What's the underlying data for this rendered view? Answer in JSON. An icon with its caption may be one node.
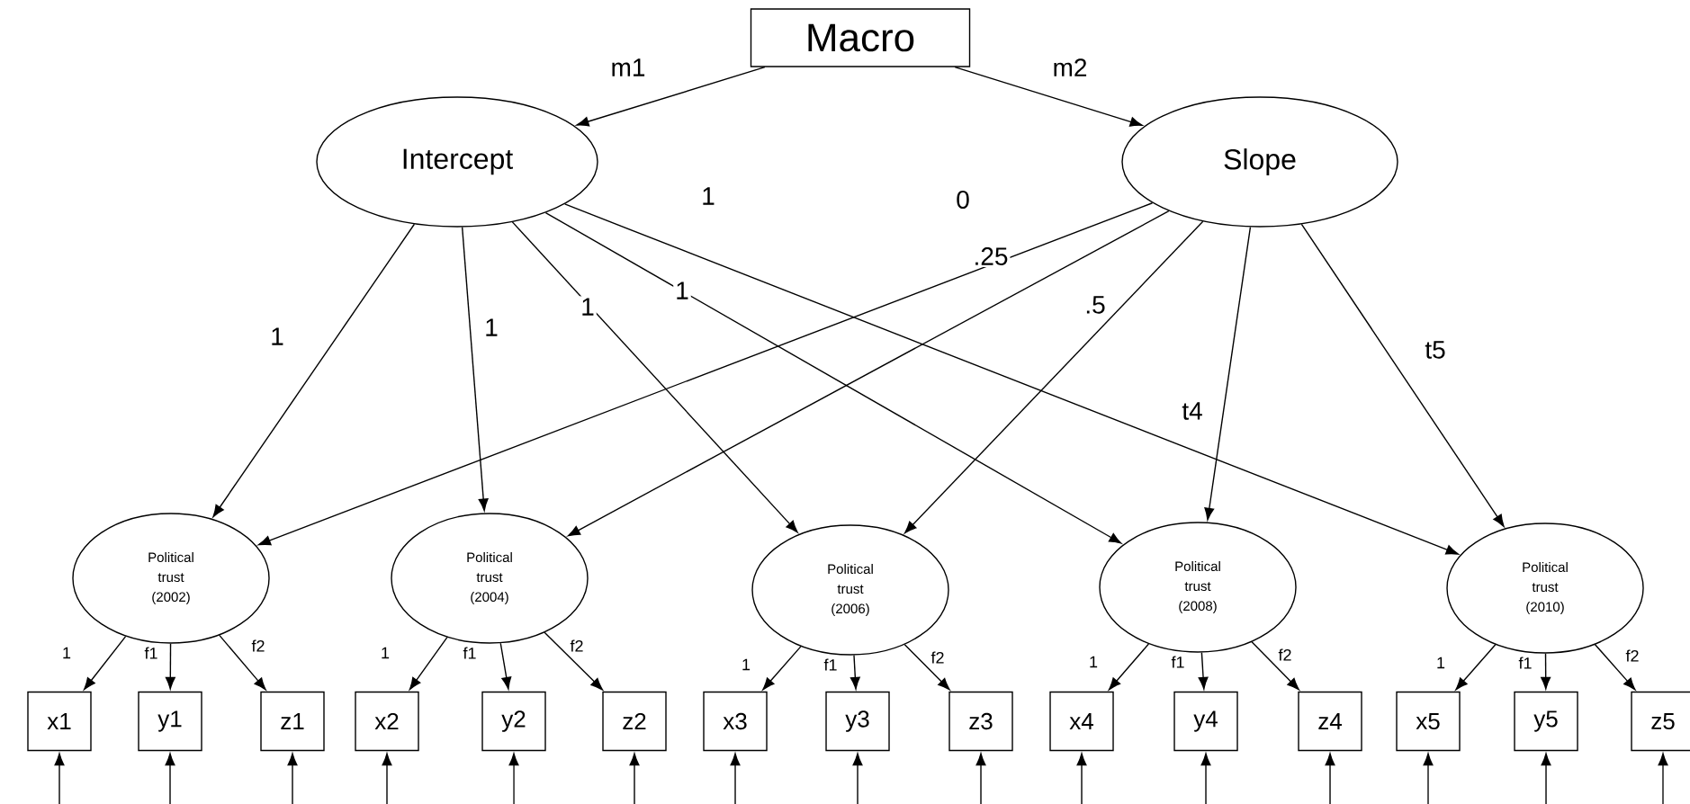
{
  "diagram": {
    "nodes": [
      {
        "text": [
          "Macro"
        ]
      },
      {
        "text": [
          "Intercept"
        ]
      },
      {
        "text": [
          "Slope"
        ]
      },
      {
        "text": [
          "Political trust (2002)"
        ]
      },
      {
        "text": [
          "Political trust (2004)"
        ]
      },
      {
        "text": [
          "Political trust (2006)"
        ]
      },
      {
        "text": [
          "Political trust (2008)"
        ]
      },
      {
        "text": [
          "Political trust (2010)"
        ]
      },
      {
        "text": [
          "x1"
        ]
      },
      {
        "text": [
          "y1"
        ]
      },
      {
        "text": [
          "z1"
        ]
      },
      {
        "text": [
          "x2"
        ]
      },
      {
        "text": [
          "y2"
        ]
      },
      {
        "text": [
          "z2"
        ]
      },
      {
        "text": [
          "x3"
        ]
      },
      {
        "text": [
          "y3"
        ]
      },
      {
        "text": [
          "z3"
        ]
      },
      {
        "text": [
          "x4"
        ]
      },
      {
        "text": [
          "y4"
        ]
      },
      {
        "text": [
          "z4"
        ]
      },
      {
        "text": [
          "x5"
        ]
      },
      {
        "text": [
          "y5"
        ]
      },
      {
        "text": [
          "z5"
        ]
      }
    ],
    "edges": [
      {
        "from": 0,
        "to": 1,
        "arrow": "to",
        "label": "m1"
      },
      {
        "from": 0,
        "to": 2,
        "arrow": "to",
        "label": "m2"
      },
      {
        "from": 1,
        "to": 3,
        "arrow": "to",
        "label": "1"
      },
      {
        "from": 1,
        "to": 4,
        "arrow": "to",
        "label": "1"
      },
      {
        "from": 1,
        "to": 5,
        "arrow": "to",
        "label": "1"
      },
      {
        "from": 1,
        "to": 6,
        "arrow": "to",
        "label": "1"
      },
      {
        "from": 1,
        "to": 7,
        "arrow": "to",
        "label": "1"
      },
      {
        "from": 2,
        "to": 3,
        "arrow": "to",
        "label": "0"
      },
      {
        "from": 2,
        "to": 4,
        "arrow": "to",
        "label": ".25"
      },
      {
        "from": 2,
        "to": 5,
        "arrow": "to",
        "label": ".5"
      },
      {
        "from": 2,
        "to": 6,
        "arrow": "to",
        "label": "t4"
      },
      {
        "from": 2,
        "to": 7,
        "arrow": "to",
        "label": "t5"
      },
      {
        "from": 3,
        "to": 8,
        "arrow": "to",
        "label": "1"
      },
      {
        "from": 3,
        "to": 9,
        "arrow": "to",
        "label": "f1"
      },
      {
        "from": 3,
        "to": 10,
        "arrow": "to",
        "label": "f2"
      },
      {
        "from": 4,
        "to": 11,
        "arrow": "to",
        "label": "1"
      },
      {
        "from": 4,
        "to": 12,
        "arrow": "to",
        "label": "f1"
      },
      {
        "from": 4,
        "to": 13,
        "arrow": "to",
        "label": "f2"
      },
      {
        "from": 5,
        "to": 14,
        "arrow": "to",
        "label": "1"
      },
      {
        "from": 5,
        "to": 15,
        "arrow": "to",
        "label": "f1"
      },
      {
        "from": 5,
        "to": 16,
        "arrow": "to",
        "label": "f2"
      },
      {
        "from": 6,
        "to": 17,
        "arrow": "to",
        "label": "1"
      },
      {
        "from": 6,
        "to": 18,
        "arrow": "to",
        "label": "f1"
      },
      {
        "from": 6,
        "to": 19,
        "arrow": "to",
        "label": "f2"
      },
      {
        "from": 7,
        "to": 20,
        "arrow": "to",
        "label": "1"
      },
      {
        "from": 7,
        "to": 21,
        "arrow": "to",
        "label": "f1"
      },
      {
        "from": 7,
        "to": 22,
        "arrow": "to",
        "label": "f2"
      },
      {
        "from": null,
        "to": 8,
        "arrow": "to"
      },
      {
        "from": null,
        "to": 9,
        "arrow": "to"
      },
      {
        "from": null,
        "to": 10,
        "arrow": "to"
      },
      {
        "from": null,
        "to": 11,
        "arrow": "to"
      },
      {
        "from": null,
        "to": 12,
        "arrow": "to"
      },
      {
        "from": null,
        "to": 13,
        "arrow": "to"
      },
      {
        "from": null,
        "to": 14,
        "arrow": "to"
      },
      {
        "from": null,
        "to": 15,
        "arrow": "to"
      },
      {
        "from": null,
        "to": 16,
        "arrow": "to"
      },
      {
        "from": null,
        "to": 17,
        "arrow": "to"
      },
      {
        "from": null,
        "to": 18,
        "arrow": "to"
      },
      {
        "from": null,
        "to": 19,
        "arrow": "to"
      },
      {
        "from": null,
        "to": 20,
        "arrow": "to"
      },
      {
        "from": null,
        "to": 21,
        "arrow": "to"
      },
      {
        "from": null,
        "to": 22,
        "arrow": "to"
      }
    ]
  }
}
